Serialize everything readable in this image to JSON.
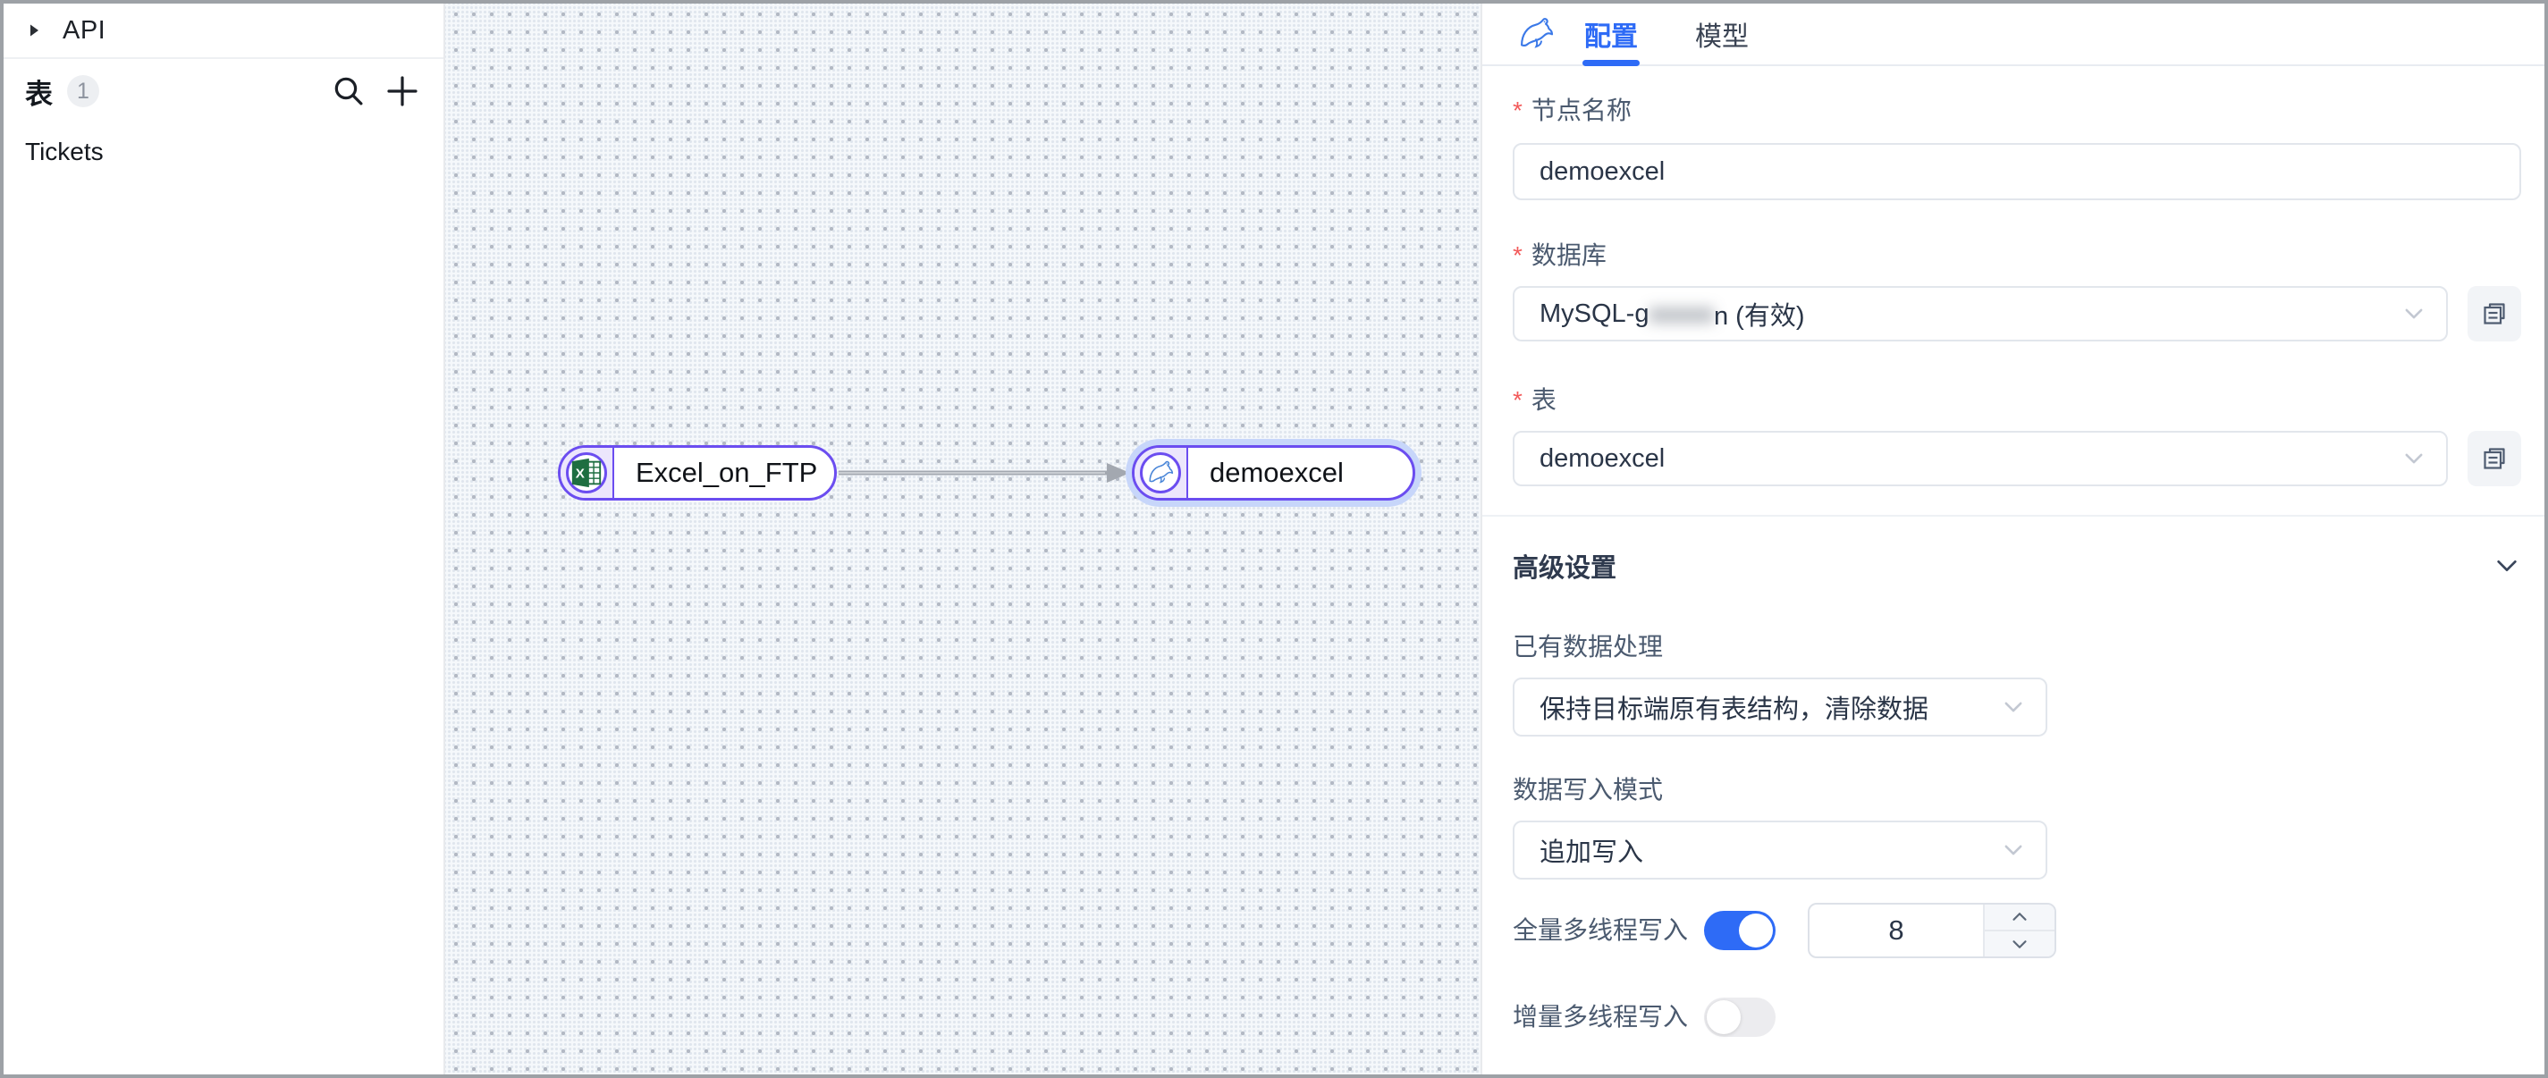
{
  "sidebar": {
    "api_section": {
      "label": "API",
      "icon": "caret-right-icon"
    },
    "tables_header": {
      "label": "表",
      "count": "1",
      "icons": [
        "search-icon",
        "plus-icon"
      ]
    },
    "items": [
      {
        "label": "Tickets"
      }
    ]
  },
  "canvas": {
    "nodes": [
      {
        "label": "Excel_on_FTP",
        "icon": "excel-icon",
        "selected": false
      },
      {
        "label": "demoexcel",
        "icon": "mysql-dolphin-icon",
        "selected": true
      }
    ],
    "edge": {
      "from": "Excel_on_FTP",
      "to": "demoexcel"
    }
  },
  "panel": {
    "header_icon": "mysql-dolphin-icon",
    "tabs": [
      {
        "label": "配置",
        "active": true
      },
      {
        "label": "模型",
        "active": false
      }
    ],
    "fields": {
      "node_name": {
        "label": "节点名称",
        "required": "*",
        "value": "demoexcel"
      },
      "database": {
        "label": "数据库",
        "required": "*",
        "value_prefix": "MySQL-g",
        "value_masked": "xxxxx",
        "value_suffix": "n (有效)",
        "copy_icon": "copy-icon"
      },
      "table": {
        "label": "表",
        "required": "*",
        "value": "demoexcel",
        "copy_icon": "copy-icon"
      }
    },
    "advanced": {
      "title": "高级设置",
      "existing_data": {
        "label": "已有数据处理",
        "value": "保持目标端原有表结构，清除数据"
      },
      "write_mode": {
        "label": "数据写入模式",
        "value": "追加写入"
      },
      "full_thread": {
        "label": "全量多线程写入",
        "enabled": true,
        "threads": "8"
      },
      "incr_thread": {
        "label": "增量多线程写入",
        "enabled": false
      }
    },
    "colors": {
      "accent": "#2e6bf6",
      "node_border": "#6b4df0",
      "required": "#f25a5a"
    }
  }
}
